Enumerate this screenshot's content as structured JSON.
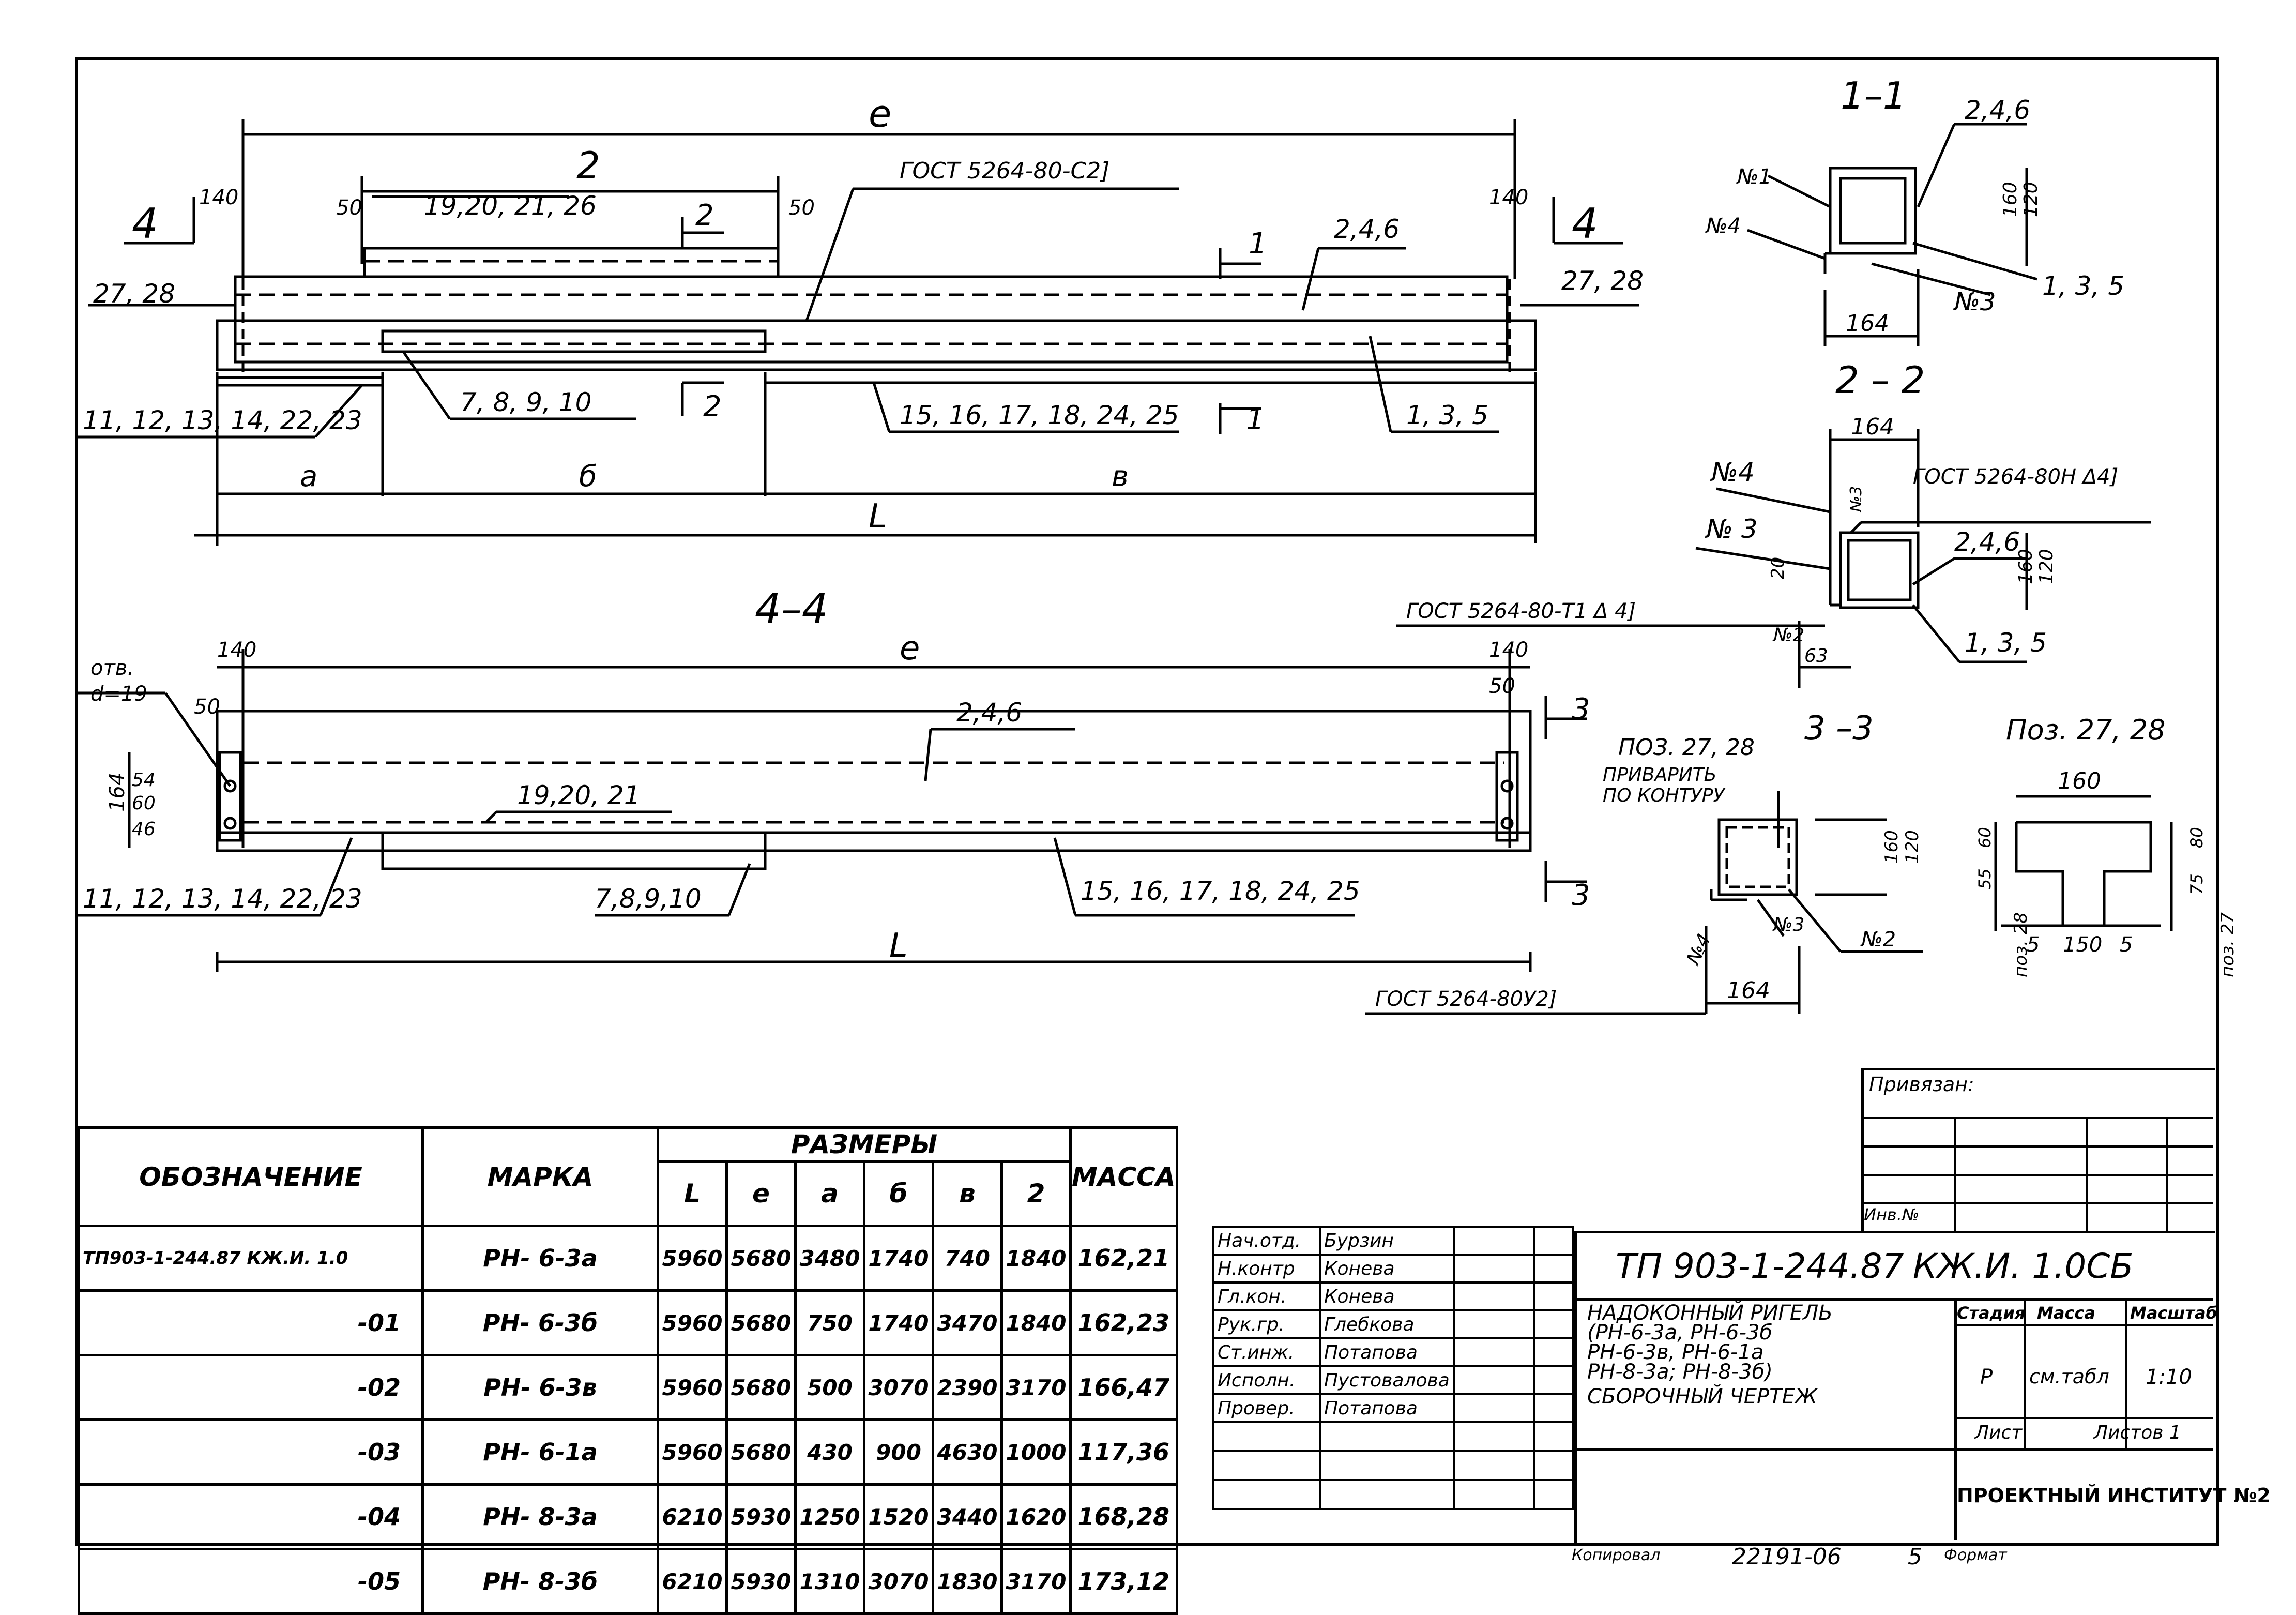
{
  "views": {
    "main": {
      "dim_e": "e",
      "dim_2": "2",
      "dim_140_left": "140",
      "dim_140_right": "140",
      "dim_50_left": "50",
      "dim_50_right": "50",
      "gost_top": "ГОСТ 5264-80-С2]",
      "label_19_26": "19,20, 21, 26",
      "label_246": "2,4,6",
      "label_2728_left": "27, 28",
      "label_2728_right": "27, 28",
      "label_11_23": "11, 12, 13, 14, 22, 23",
      "label_78910": "7, 8, 9, 10",
      "label_15_25": "15, 16, 17, 18, 24, 25",
      "label_135": "1, 3, 5",
      "section_4_left": "4",
      "section_4_right": "4",
      "section_2_top": "2",
      "section_2_bottom": "2",
      "section_1_top": "1",
      "section_1_bottom": "1",
      "dim_a": "а",
      "dim_b": "б",
      "dim_v": "в",
      "dim_L": "L"
    },
    "view44": {
      "title": "4–4",
      "dim_e": "e",
      "dim_140_left": "140",
      "dim_140_right": "140",
      "hole_note_1": "отв.",
      "hole_note_2": "d=19",
      "dim_50_left": "50",
      "dim_50_right": "50",
      "dim_164": "164",
      "dim_46": "46",
      "dim_60": "60",
      "dim_54": "54",
      "label_246": "2,4,6",
      "label_192021": "19,20, 21",
      "label_11_23": "11, 12, 13, 14, 22, 23",
      "label_78910": "7,8,9,10",
      "label_15_25": "15, 16, 17, 18, 24, 25",
      "section_3_top": "3",
      "section_3_bottom": "3",
      "dim_L": "L"
    },
    "sec11": {
      "title": "1–1",
      "no1": "№1",
      "no4": "№4",
      "no3": "№3",
      "label_246": "2,4,6",
      "label_135": "1, 3, 5",
      "dim_160": "160",
      "dim_120": "120",
      "dim_164": "164"
    },
    "sec22": {
      "title": "2 – 2",
      "dim_164": "164",
      "no4": "№4",
      "no3_small": "№3",
      "gost1": "ГОСТ 5264-80Н Δ4]",
      "no3": "№ 3",
      "label_246": "2,4,6",
      "dim_20": "20",
      "dim_160": "160",
      "dim_120": "120",
      "gost2": "ГОСТ 5264-80-Т1 Δ 4]",
      "no2": "№2",
      "label_135": "1, 3, 5",
      "dim_63": "63"
    },
    "sec33": {
      "title": "3 –3",
      "pos_note": "ПОЗ. 27, 28",
      "weld_1": "ПРИВАРИТЬ",
      "weld_2": "ПО КОНТУРУ",
      "dim_160": "160",
      "dim_120": "120",
      "no3": "№3",
      "no2": "№2",
      "no4": "№4",
      "dim_164": "164",
      "gost": "ГОСТ 5264-80У2]"
    },
    "pos2728": {
      "title": "Поз. 27, 28",
      "dim_160": "160",
      "dim_60": "60",
      "dim_55": "55",
      "dim_80": "80",
      "dim_75": "75",
      "dim_5_left": "5",
      "dim_150": "150",
      "dim_5_right": "5",
      "poz28": "поз. 28",
      "poz27": "поз. 27"
    }
  },
  "spec_table": {
    "head_designation": "ОБОЗНАЧЕНИЕ",
    "head_mark": "МАРКА",
    "head_sizes": "РАЗМЕРЫ",
    "head_mass": "МАССА",
    "size_cols": [
      "L",
      "e",
      "a",
      "б",
      "в",
      "2"
    ],
    "rows": [
      {
        "des": "ТП903-1-244.87 КЖ.И. 1.0",
        "mark": "РН- 6-3а",
        "L": "5960",
        "e": "5680",
        "a": "3480",
        "b": "1740",
        "v": "740",
        "g": "1840",
        "mass": "162,21"
      },
      {
        "des": "-01",
        "mark": "РН- 6-3б",
        "L": "5960",
        "e": "5680",
        "a": "750",
        "b": "1740",
        "v": "3470",
        "g": "1840",
        "mass": "162,23"
      },
      {
        "des": "-02",
        "mark": "РН- 6-3в",
        "L": "5960",
        "e": "5680",
        "a": "500",
        "b": "3070",
        "v": "2390",
        "g": "3170",
        "mass": "166,47"
      },
      {
        "des": "-03",
        "mark": "РН- 6-1а",
        "L": "5960",
        "e": "5680",
        "a": "430",
        "b": "900",
        "v": "4630",
        "g": "1000",
        "mass": "117,36"
      },
      {
        "des": "-04",
        "mark": "РН- 8-3а",
        "L": "6210",
        "e": "5930",
        "a": "1250",
        "b": "1520",
        "v": "3440",
        "g": "1620",
        "mass": "168,28"
      },
      {
        "des": "-05",
        "mark": "РН- 8-3б",
        "L": "6210",
        "e": "5930",
        "a": "1310",
        "b": "3070",
        "v": "1830",
        "g": "3170",
        "mass": "173,12"
      }
    ]
  },
  "title_block": {
    "bound_label": "Привязан:",
    "inv_label": "Инв.№",
    "signers": [
      {
        "role": "Нач.отд.",
        "name": "Бурзин"
      },
      {
        "role": "Н.контр",
        "name": "Конева"
      },
      {
        "role": "Гл.кон.",
        "name": "Конева"
      },
      {
        "role": "Рук.гр.",
        "name": "Глебкова"
      },
      {
        "role": "Ст.инж.",
        "name": "Потапова"
      },
      {
        "role": "Исполн.",
        "name": "Пустовалова"
      },
      {
        "role": "Провер.",
        "name": "Потапова"
      }
    ],
    "doc_code": "ТП 903-1-244.87",
    "doc_sheet": "КЖ.И. 1.0СБ",
    "desc_1": "НАДОКОННЫЙ РИГЕЛЬ",
    "desc_2": "(РН-6-3а, РН-6-3б",
    "desc_3": "РН-6-3в, РН-6-1а",
    "desc_4": "РН-8-3а; РН-8-3б)",
    "desc_5": "СБОРОЧНЫЙ ЧЕРТЕЖ",
    "col_stage": "Стадия",
    "col_mass": "Масса",
    "col_scale": "Масштаб",
    "stage": "Р",
    "mass": "см.табл",
    "scale": "1:10",
    "sheet": "Лист",
    "sheets": "Листов 1",
    "org": "ПРОЕКТНЫЙ ИНСТИТУТ №2"
  },
  "footer": {
    "copied": "Копировал",
    "number": "22191-06",
    "page": "5",
    "format": "Формат"
  }
}
